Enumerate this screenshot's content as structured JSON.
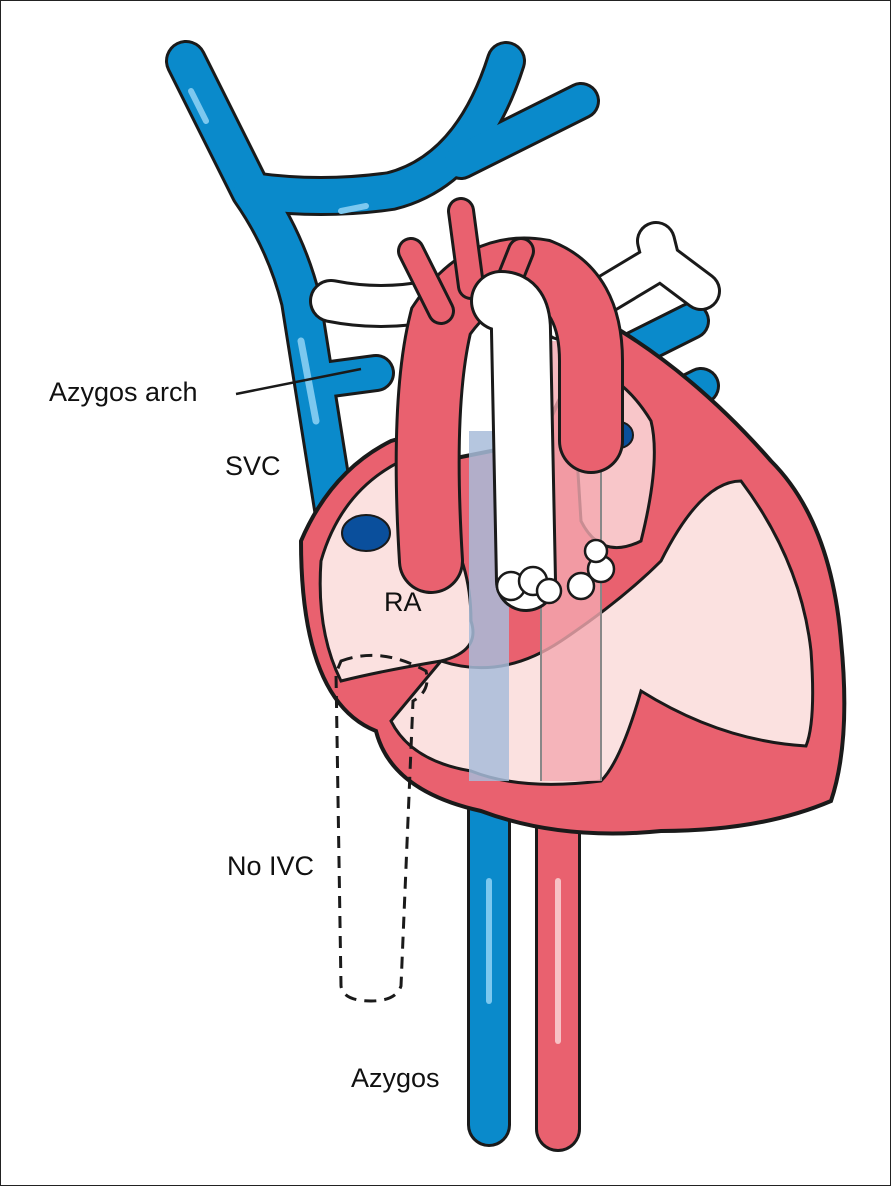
{
  "labels": {
    "azygos_arch": "Azygos arch",
    "svc": "SVC",
    "ra": "RA",
    "no_ivc": "No IVC",
    "azygos": "Azygos"
  },
  "colors": {
    "vein_blue": "#0a8acb",
    "artery_red": "#e9616f",
    "chamber_pink": "#fbe1e0",
    "outline": "#1a1a1a"
  }
}
